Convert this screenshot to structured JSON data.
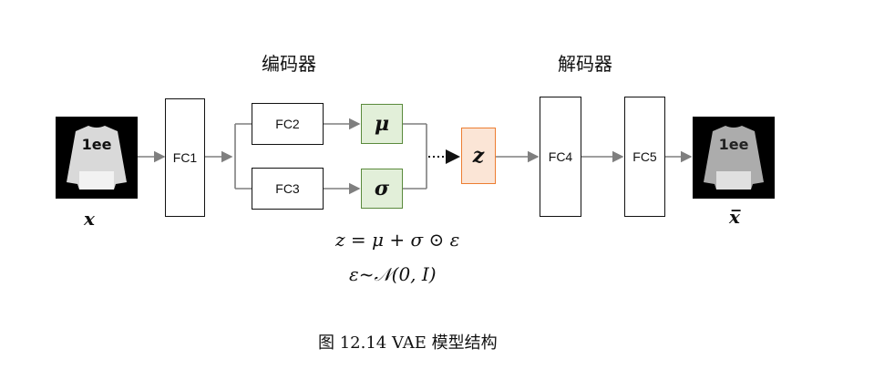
{
  "labels": {
    "encoder": "编码器",
    "decoder": "解码器",
    "fc1": "FC1",
    "fc2": "FC2",
    "fc3": "FC3",
    "fc4": "FC4",
    "fc5": "FC5",
    "mu": "μ",
    "sigma": "σ",
    "z": "z",
    "input_var": "x",
    "output_var": "x̅"
  },
  "equations": {
    "reparam": "z = μ + σ ⊙ ε",
    "noise": "ε~𝒩(0, I)"
  },
  "caption": "图  12.14 VAE 模型结构",
  "colors": {
    "line": "#7f7f7f",
    "green_fill": "#e2efd9",
    "green_border": "#5a8a3c",
    "orange_fill": "#fbe5d6",
    "orange_border": "#ed7d31"
  }
}
